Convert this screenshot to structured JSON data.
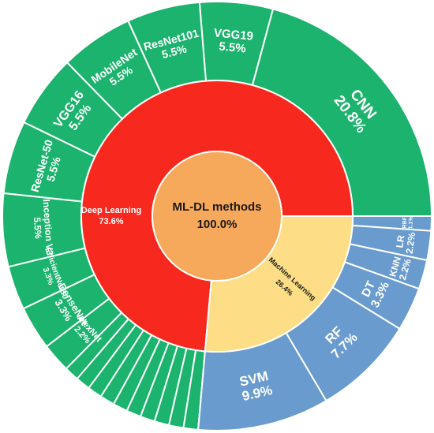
{
  "chart_data": {
    "type": "sunburst",
    "root": {
      "label": "ML-DL methods",
      "value": "100.0%",
      "color": "#F7A95B"
    },
    "groups": [
      {
        "label": "Deep Learning",
        "value": "73.6%",
        "share": 73.6,
        "color": "#F7291F",
        "children": [
          {
            "label": "CNN",
            "value": "20.8%",
            "share": 20.8
          },
          {
            "label": "VGG19",
            "value": "5.5%",
            "share": 5.5
          },
          {
            "label": "ResNet101",
            "value": "5.5%",
            "share": 5.5
          },
          {
            "label": "MobileNet",
            "value": "5.5%",
            "share": 5.5
          },
          {
            "label": "VGG16",
            "value": "5.5%",
            "share": 5.5
          },
          {
            "label": "ResNet-50",
            "value": "5.5%",
            "share": 5.5
          },
          {
            "label": "Inception V3",
            "value": "5.5%",
            "share": 5.5
          },
          {
            "label": "EfficientNetB0",
            "value": "3.3%",
            "share": 3.3
          },
          {
            "label": "DenseNet",
            "value": "3.3%",
            "share": 3.3
          },
          {
            "label": "AlexNet",
            "value": "2.2%",
            "share": 2.2
          },
          {
            "label": "",
            "value": "",
            "share": 1.1
          },
          {
            "label": "",
            "value": "",
            "share": 1.1
          },
          {
            "label": "",
            "value": "",
            "share": 1.1
          },
          {
            "label": "",
            "value": "",
            "share": 1.1
          },
          {
            "label": "",
            "value": "",
            "share": 1.1
          },
          {
            "label": "",
            "value": "",
            "share": 1.1
          },
          {
            "label": "",
            "value": "",
            "share": 1.1
          },
          {
            "label": "",
            "value": "",
            "share": 1.1
          },
          {
            "label": "",
            "value": "",
            "share": 1.1
          },
          {
            "label": "",
            "value": "",
            "share": 1.1
          },
          {
            "label": "",
            "value": "",
            "share": 1.1
          }
        ]
      },
      {
        "label": "Machine Learning",
        "value": "26.4%",
        "share": 26.4,
        "color": "#FDDE86",
        "children": [
          {
            "label": "RBF",
            "value": "1.1%",
            "share": 1.1
          },
          {
            "label": "LR",
            "value": "2.2%",
            "share": 2.2
          },
          {
            "label": "KNN",
            "value": "2.2%",
            "share": 2.2
          },
          {
            "label": "DT",
            "value": "3.3%",
            "share": 3.3
          },
          {
            "label": "RF",
            "value": "7.7%",
            "share": 7.7
          },
          {
            "label": "SVM",
            "value": "9.9%",
            "share": 9.9
          }
        ]
      }
    ],
    "colors": {
      "deep_learning_outer": "#1CB36E",
      "machine_learning_outer": "#6A9BCF"
    }
  }
}
